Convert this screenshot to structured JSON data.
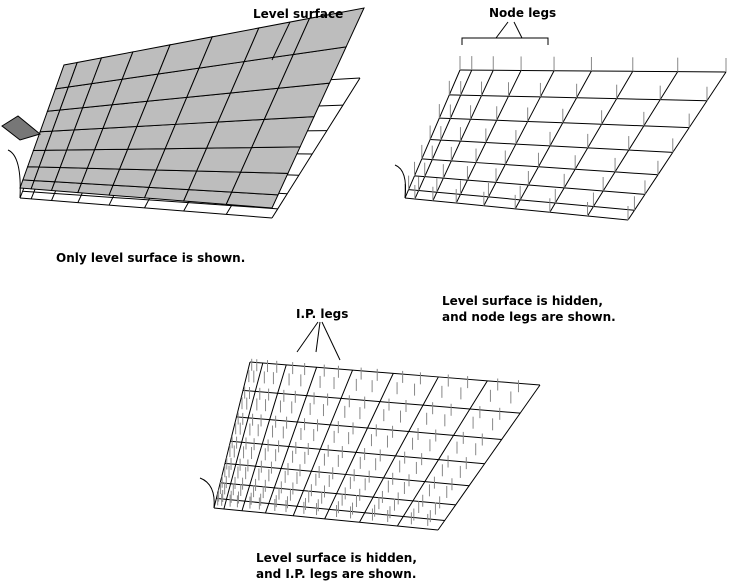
{
  "labels": {
    "level_surface": "Level surface",
    "node_legs": "Node legs",
    "ip_legs": "I.P. legs"
  },
  "captions": {
    "only_level": "Only level surface is shown.",
    "node_line1": "Level surface is hidden,",
    "node_line2": "and node legs are shown.",
    "ip_line1": "Level surface is hidden,",
    "ip_line2": "and I.P. legs are shown."
  },
  "colors": {
    "line": "#000000",
    "surface_fill": "#bdbdbd",
    "leg": "#888888"
  }
}
